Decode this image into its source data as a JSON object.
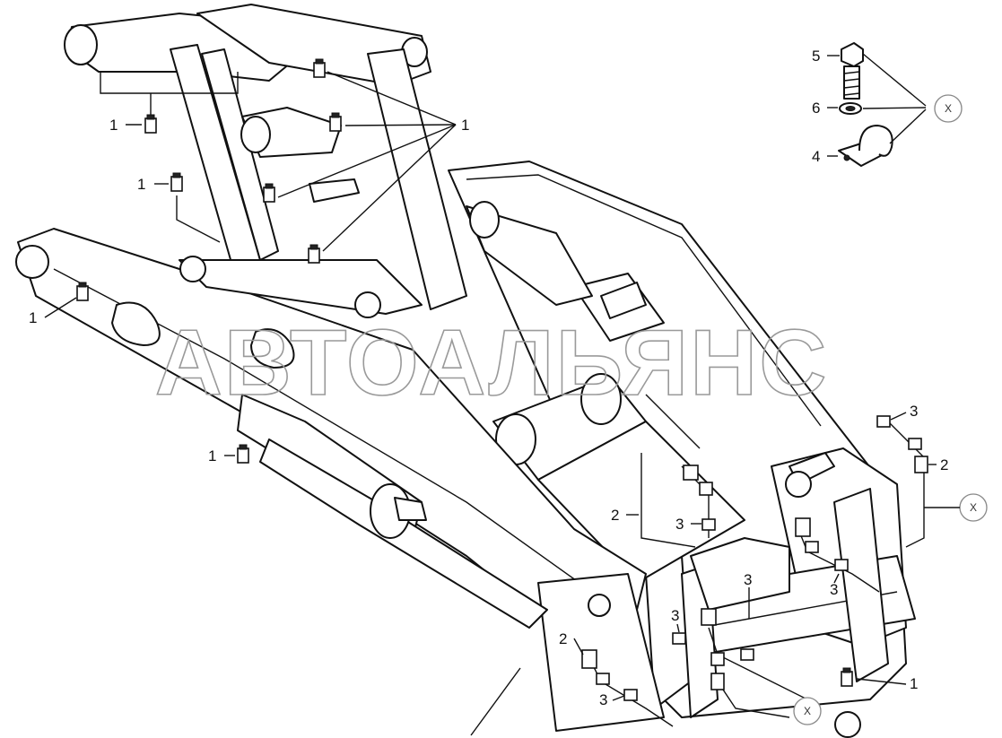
{
  "watermark": "АВТОАЛЬЯНС",
  "callouts": {
    "c1_top_left": "1",
    "c1_upper_mid": "1",
    "c1_left_arm": "1",
    "c1_top_right": "1",
    "c1_cylinder": "1",
    "c1_bottom_right": "1",
    "c2_right": "2",
    "c2_mid": "2",
    "c2_bottom": "2",
    "c3_right": "3",
    "c3_mid": "3",
    "c3_center": "3",
    "c3_lower": "3",
    "c3_bottom": "3",
    "c3_frame": "3",
    "c4_detail": "4",
    "c5_detail": "5",
    "c6_detail": "6"
  },
  "detail_marker": "X",
  "ref_markers": {
    "right_pipe": "X",
    "bottom_pipe": "X"
  },
  "colors": {
    "line": "#111111",
    "watermark": "#9a9a9a",
    "background": "#ffffff"
  }
}
